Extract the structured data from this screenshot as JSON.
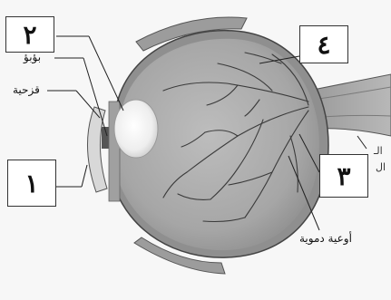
{
  "numbers": {
    "one": "١",
    "two": "٢",
    "three": "٣",
    "four": "٤"
  },
  "labels": {
    "pupil": "بؤبؤ",
    "iris": "قزحية",
    "blood_vessels": "أوعية دموية"
  },
  "edge_text": {
    "line1": "الـ",
    "line2": "ال"
  }
}
